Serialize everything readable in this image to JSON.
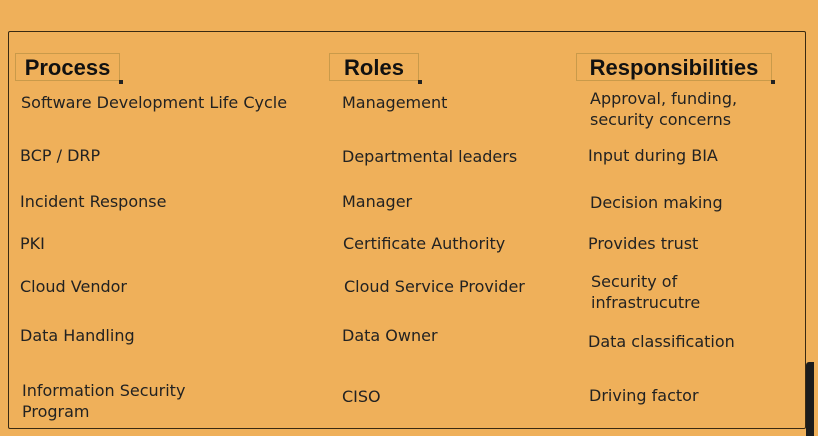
{
  "headers": {
    "process": "Process",
    "roles": "Roles",
    "responsibilities": "Responsibilities"
  },
  "rows": [
    {
      "process": "Software Development Life Cycle",
      "role": "Management",
      "responsibility": [
        "Approval, funding,",
        "security concerns"
      ]
    },
    {
      "process": "BCP / DRP",
      "role": "Departmental leaders",
      "responsibility": [
        "Input during BIA"
      ]
    },
    {
      "process": "Incident Response",
      "role": "Manager",
      "responsibility": [
        "Decision making"
      ]
    },
    {
      "process": "PKI",
      "role": "Certificate Authority",
      "responsibility": [
        "Provides trust"
      ]
    },
    {
      "process": "Cloud Vendor",
      "role": "Cloud Service Provider",
      "responsibility": [
        "Security of",
        "infrastrucutre"
      ]
    },
    {
      "process": "Data Handling",
      "role": "Data Owner",
      "responsibility": [
        "Data classification"
      ]
    },
    {
      "process": [
        "Information Security",
        "Program"
      ],
      "role": "CISO",
      "responsibility": [
        "Driving factor"
      ]
    }
  ]
}
